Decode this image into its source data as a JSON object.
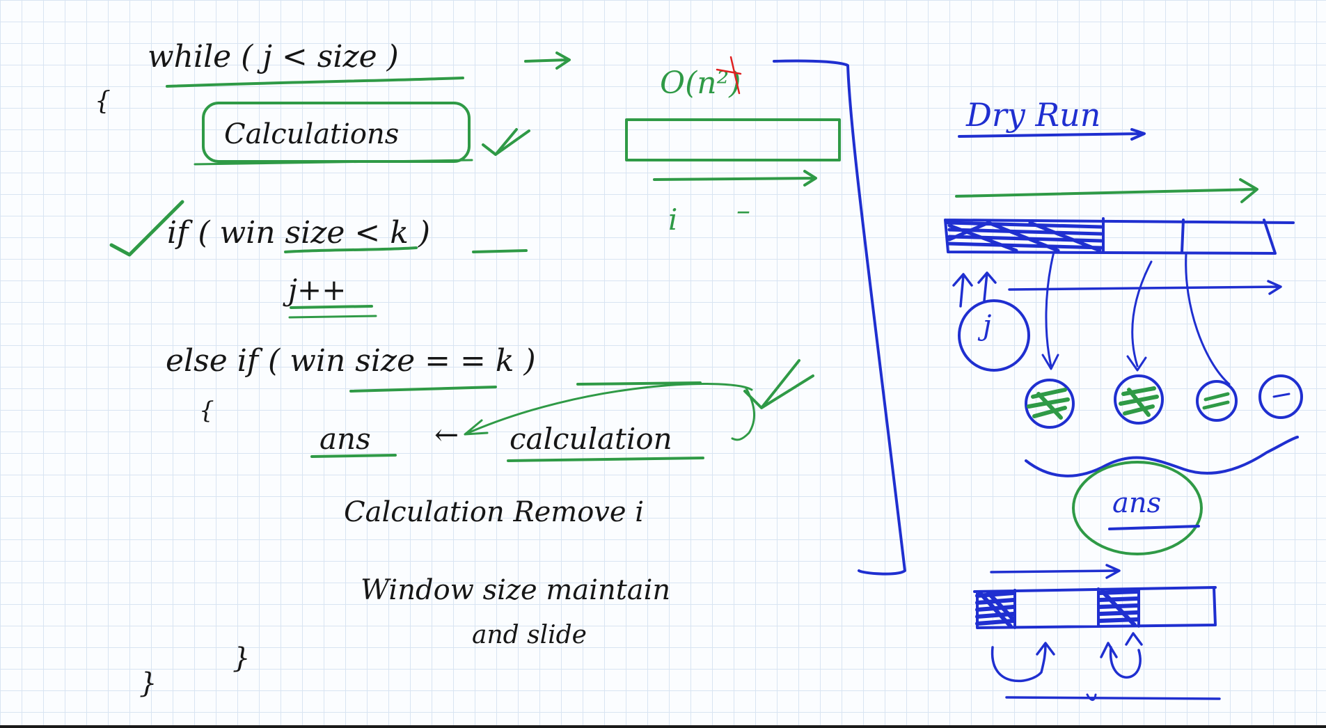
{
  "code": {
    "while_line": "while ( j < size )",
    "open_brace_1": "{",
    "calculations_box": "Calculations",
    "if_line": "if ( win size < k )",
    "j_increment": "j++",
    "else_if_line": "else if ( win size = = k )",
    "open_brace_2": "{",
    "ans_label": "ans",
    "assign_arrow": "←",
    "calculation_label": "calculation",
    "calc_remove": "Calculation Remove i",
    "window_line1": "Window size maintain",
    "window_line2": "and slide",
    "close_brace_1": "}",
    "close_brace_2": "}"
  },
  "complexity": {
    "label": "O(n²)",
    "i_label": "i",
    "dash": "–"
  },
  "dry_run": {
    "title": "Dry Run",
    "j_circle": "j",
    "ans_circle": "ans"
  },
  "colors": {
    "ink_black": "#161616",
    "ink_blue": "#1f2fd0",
    "ink_green": "#2f9a46",
    "ink_red": "#e02020",
    "grid": "#d8e4f2"
  }
}
